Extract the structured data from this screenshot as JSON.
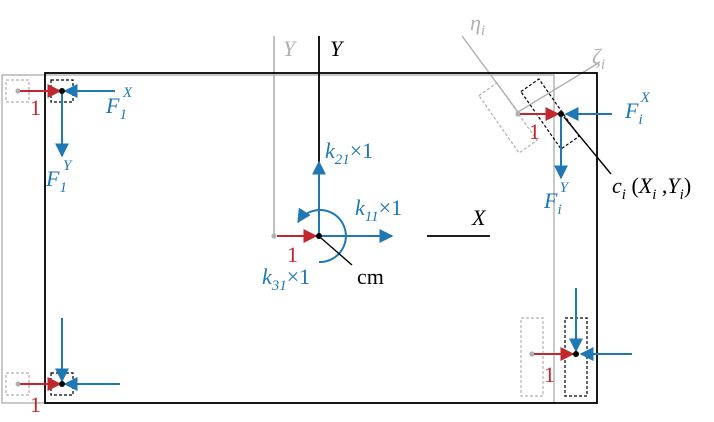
{
  "labels": {
    "y_axis": "Y",
    "y_axis_ghost": "Y",
    "x_axis": "X",
    "eta": "η",
    "eta_sub": "i",
    "zeta": "ζ",
    "zeta_sub": "i",
    "k21": "k",
    "k21_sub": "21",
    "k21_tail": "×1",
    "k11": "k",
    "k11_sub": "11",
    "k11_tail": "×1",
    "k31": "k",
    "k31_sub": "31",
    "k31_tail": "×1",
    "cm": "cm",
    "F1X": "F",
    "F1X_sub": "1",
    "F1X_sup": "X",
    "F1Y": "F",
    "F1Y_sub": "1",
    "F1Y_sup": "Y",
    "FiX": "F",
    "FiX_sub": "i",
    "FiX_sup": "X",
    "FiY": "F",
    "FiY_sub": "i",
    "FiY_sup": "Y",
    "ci_c": "c",
    "ci_sub": "i",
    "ci_open": " (",
    "ci_X": "X",
    "ci_Xsub": "i",
    "ci_comma": " ,",
    "ci_Y": "Y",
    "ci_Ysub": "i",
    "ci_close": ")",
    "one_tl": "1",
    "one_center": "1",
    "one_ri": "1",
    "one_bl": "1",
    "one_br": "1"
  },
  "colors": {
    "force_blue": "#1f77b4",
    "displacement_red": "#c1272d",
    "ghost_gray": "#b0b0b0",
    "ink": "#000000"
  }
}
